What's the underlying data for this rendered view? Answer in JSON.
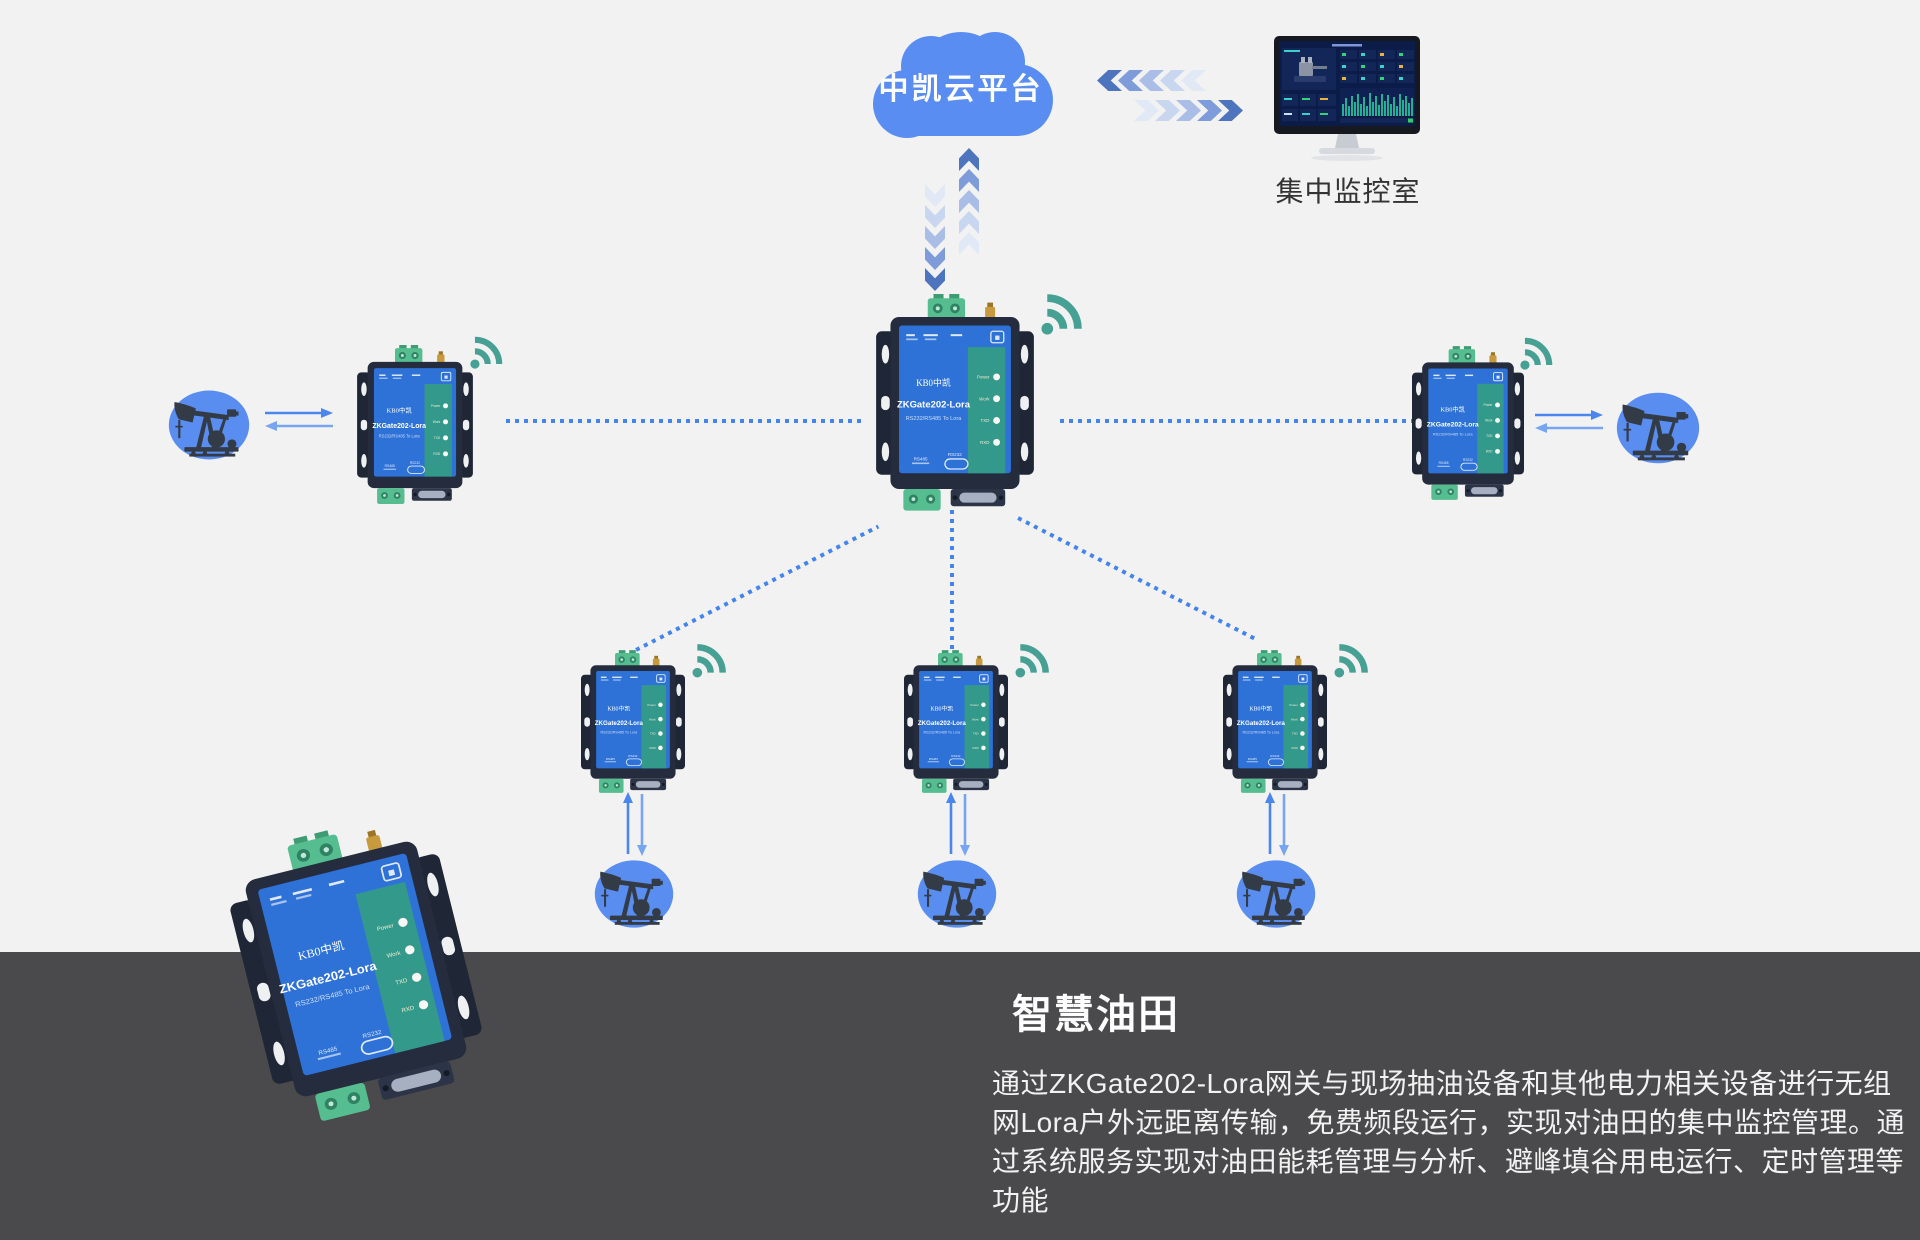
{
  "palette": {
    "background": "#f2f2f3",
    "cloud_blue": "#5a8df2",
    "link_blue": "#4484f0",
    "arrow_blue": "#4a86ee",
    "arrow_blue_light": "#77a5f2",
    "wifi_teal": "#46a093",
    "device_body_navy": "#242c3e",
    "device_face_blue": "#2e72d8",
    "device_strip_green": "#33998a",
    "terminal_green": "#55bd8f",
    "pump_circle_blue": "#5a8df0",
    "pump_silhouette": "#333b47",
    "footer_gray": "#4a4a4c",
    "chevron_shades": [
      "#4d74bd",
      "#7e9cd9",
      "#a9bde6",
      "#c9d6ef",
      "#e2e9f6"
    ]
  },
  "cloud": {
    "label": "中凯云平台"
  },
  "monitor_room": {
    "label": "集中监控室"
  },
  "device": {
    "brand": "KB0中凯",
    "model": "ZKGate202-Lora",
    "subtitle": "RS232/RS485 To Lora",
    "leds": [
      "Power",
      "Work",
      "TXD",
      "RXD"
    ],
    "port_rs485": "RS485",
    "port_rs232": "RS232"
  },
  "footer": {
    "title": "智慧油田",
    "description": "通过ZKGate202-Lora网关与现场抽油设备和其他电力相关设备进行无组网Lora户外远距离传输，免费频段运行，实现对油田的集中监控管理。通过系统服务实现对油田能耗管理与分析、避峰填谷用电运行、定时管理等功能"
  }
}
